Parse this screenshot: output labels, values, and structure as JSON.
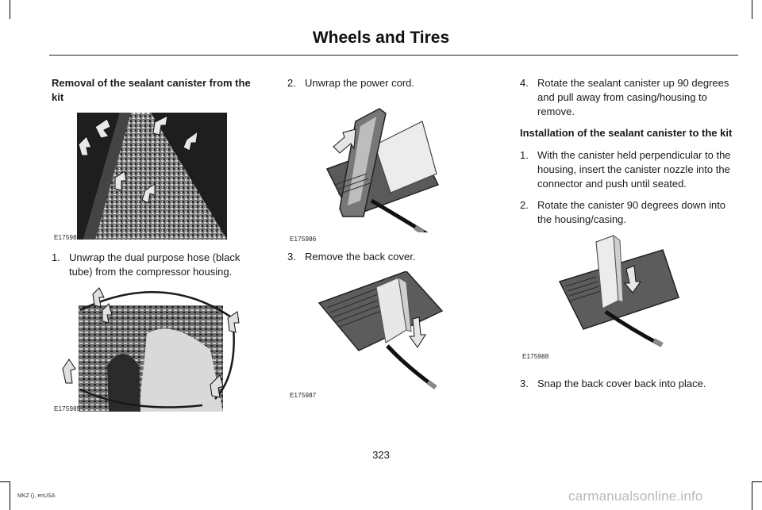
{
  "page": {
    "title": "Wheels and Tires",
    "page_number": "323",
    "footer": "MKZ (), enUSA",
    "watermark": "carmanualsonline.info"
  },
  "column1": {
    "heading": "Removal of the sealant canister from the kit",
    "figure1_code": "E175984",
    "step1_number": "1.",
    "step1_text": "Unwrap the dual purpose hose (black tube) from the compressor housing.",
    "figure2_code": "E175985"
  },
  "column2": {
    "step2_number": "2.",
    "step2_text": "Unwrap the power cord.",
    "figure3_code": "E175986",
    "step3_number": "3.",
    "step3_text": "Remove the back cover.",
    "figure4_code": "E175987"
  },
  "column3": {
    "step4_number": "4.",
    "step4_text": "Rotate the sealant canister up 90 degrees and pull away from casing/housing to remove.",
    "heading": "Installation of the sealant canister to the kit",
    "step1_number": "1.",
    "step1_text": "With the canister held perpendicular to the housing, insert the canister nozzle into the connector and push until seated.",
    "step2_number": "2.",
    "step2_text": "Rotate the canister 90 degrees down into the housing/casing.",
    "figure5_code": "E175988",
    "step3_number": "3.",
    "step3_text": "Snap the back cover back into place."
  }
}
